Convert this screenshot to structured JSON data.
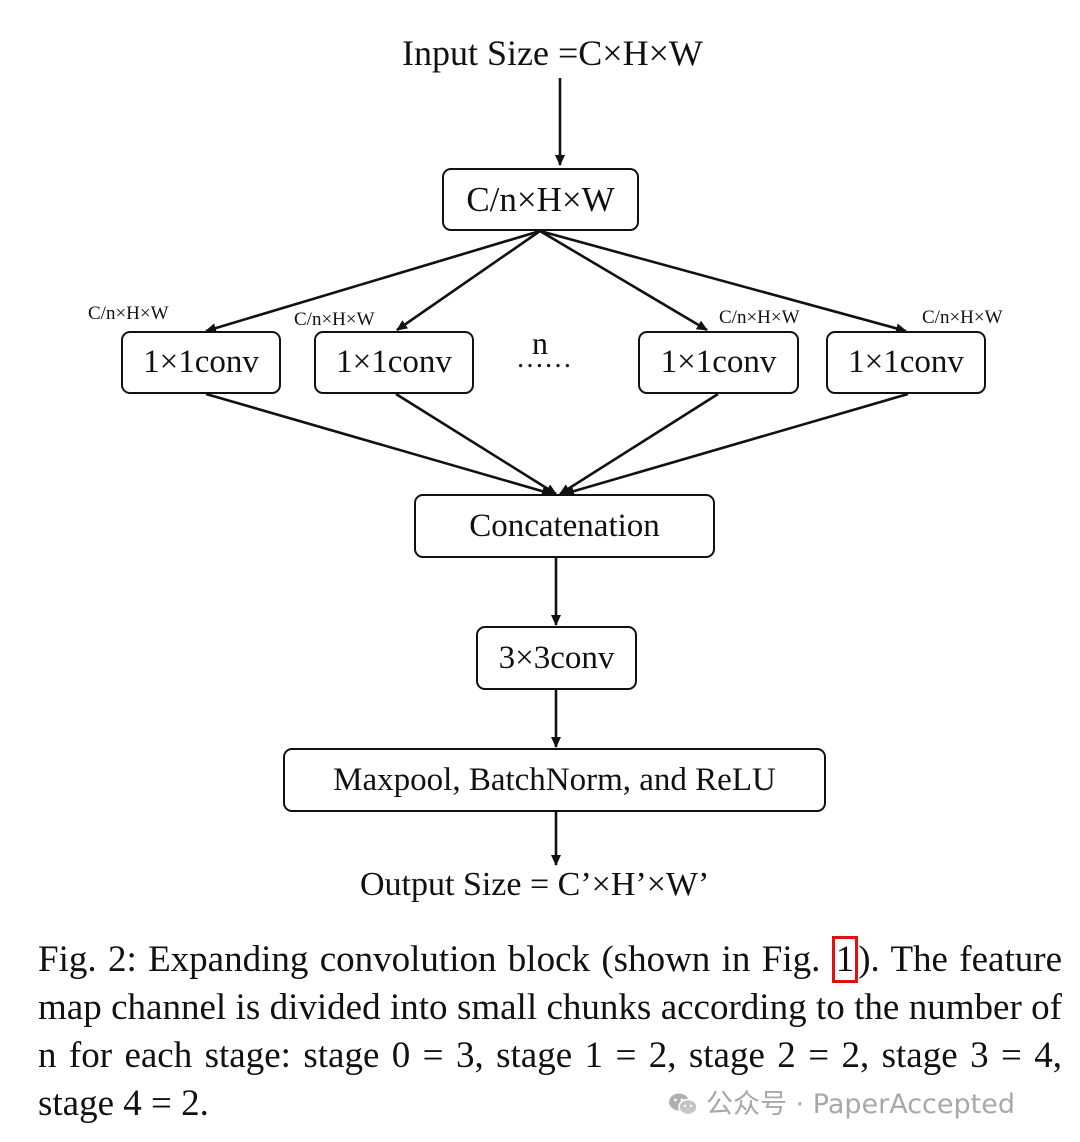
{
  "diagram": {
    "input_label": "Input Size =C×H×W",
    "split_box": "C/n×H×W",
    "branch_labels": [
      "C/n×H×W",
      "C/n×H×W",
      "C/n×H×W",
      "C/n×H×W"
    ],
    "conv1_boxes": [
      "1×1conv",
      "1×1conv",
      "1×1conv",
      "1×1conv"
    ],
    "n_label": "n",
    "dots": "……",
    "concat_box": "Concatenation",
    "conv3_box": "3×3conv",
    "post_box": "Maxpool, BatchNorm, and ReLU",
    "output_label": "Output Size = C’×H’×W’"
  },
  "caption": {
    "prefix": "Fig. 2: Expanding convolution block (shown in Fig. ",
    "ref": "1",
    "suffix": "). The feature map channel is divided into small chunks according to the number of n for each stage: stage 0 = 3, stage 1 = 2, stage 2 = 2, stage 3 = 4, stage 4 = 2."
  },
  "watermark": {
    "text": "公众号 · PaperAccepted",
    "icon": "wechat-icon"
  }
}
